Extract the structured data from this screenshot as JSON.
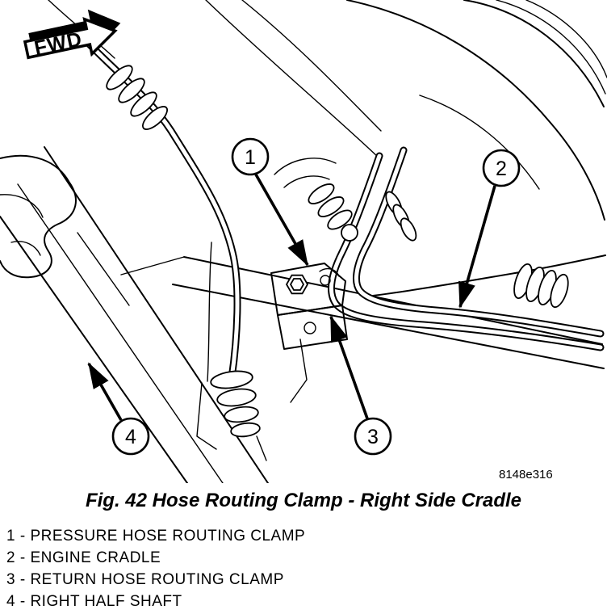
{
  "figure": {
    "fwd_label": "FWD",
    "ref_code": "8148e316",
    "caption": "Fig. 42 Hose Routing Clamp - Right Side Cradle"
  },
  "callouts": [
    {
      "num": "1"
    },
    {
      "num": "2"
    },
    {
      "num": "3"
    },
    {
      "num": "4"
    }
  ],
  "legend": {
    "items": [
      {
        "text": "1 - PRESSURE HOSE ROUTING CLAMP"
      },
      {
        "text": "2 - ENGINE CRADLE"
      },
      {
        "text": "3 - RETURN HOSE ROUTING CLAMP"
      },
      {
        "text": "4 - RIGHT HALF SHAFT"
      }
    ]
  }
}
